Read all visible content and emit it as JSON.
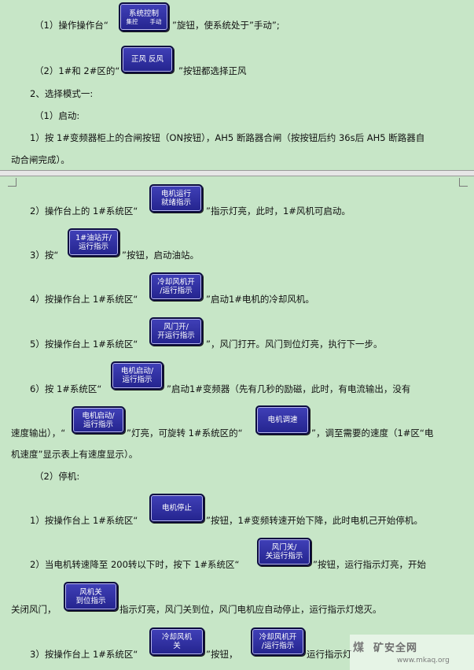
{
  "lines": {
    "l1a": "（1）操作操作台“",
    "l1b": "”旋钮，使系统处于”手动”;",
    "l2a": "（2）1#和 2#区的“",
    "l2b": "”按钮都选择正风",
    "l3": "2、选择模式一:",
    "l4": "（1）启动:",
    "l5": "1）按 1#变频器柜上的合闸按钮（ON按钮），AH5 断路器合闸（按按钮后约 36s后 AH5 断路器自",
    "l6": "动合闸完成）。",
    "l7a": "2）操作台上的 1#系统区“",
    "l7b": "”指示灯亮，此时，1#风机可启动。",
    "l8a": "3）按“",
    "l8b": "”按钮，启动油站。",
    "l9a": "4）按操作台上 1#系统区“",
    "l9b": "”启动1#电机的冷却风机。",
    "l10a": "5）按操作台上 1#系统区“",
    "l10b": "”，风门打开。风门到位灯亮，执行下一步。",
    "l11a": "6）按 1#系统区“",
    "l11b": "”启动1#变频器（先有几秒的励磁，此时，有电流输出，没有",
    "l12a": "速度输出），“",
    "l12b": "”灯亮，可旋转 1#系统区的“",
    "l12c": "”，调至需要的速度（1#区“电",
    "l13": "机速度”显示表上有速度显示）。",
    "l14": "（2）停机:",
    "l15a": "1）按操作台上 1#系统区“",
    "l15b": "”按钮，1#变频转速开始下降，此时电机己开始停机。",
    "l16a": "2）当电机转速降至 200转以下时，按下 1#系统区“",
    "l16b": "”按钮，运行指示灯亮，开始",
    "l17a": "关闭风门，",
    "l17b": "指示灯亮，风门关到位，风门电机应自动停止，运行指示灯熄灭。",
    "l18a": "3）按操作台上 1#系统区“",
    "l18b": "”按钮，",
    "l18c": "运行指示灯"
  },
  "buttons": {
    "system_control": {
      "top": "系统控制",
      "left": "集控",
      "right": "手动"
    },
    "fwd_rev": "正风 反风",
    "motor_ready": [
      "电机运行",
      "就绪指示"
    ],
    "oil_station": [
      "1#油站开/",
      "运行指示"
    ],
    "cooling_fan_on": [
      "冷却风机开",
      "/运行指示"
    ],
    "damper_open": [
      "风门开/",
      "开运行指示"
    ],
    "motor_start": [
      "电机启动/",
      "运行指示"
    ],
    "motor_start_2": [
      "电机启动/",
      "运行指示"
    ],
    "motor_speed": "电机调速",
    "motor_stop": "电机停止",
    "damper_close": [
      "风门关/",
      "关运行指示"
    ],
    "fan_close_pos": [
      "风机关",
      "到位指示"
    ],
    "cooling_fan_off": [
      "冷却风机",
      "关"
    ],
    "cooling_fan_on_2": [
      "冷却风机开",
      "/运行指示"
    ]
  },
  "watermark": {
    "logo": "煤",
    "text": "矿安全网",
    "url": "www.mkaq.org"
  }
}
